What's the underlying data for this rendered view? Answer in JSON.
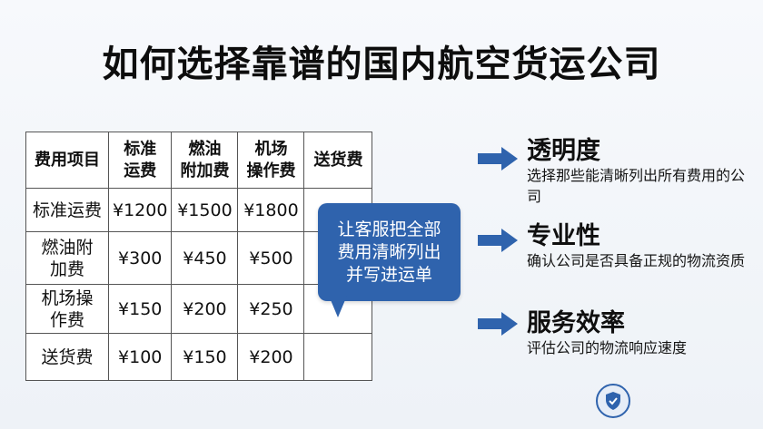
{
  "title": "如何选择靠谱的国内航空货运公司",
  "table": {
    "headers": [
      [
        "费用项目"
      ],
      [
        "标准",
        "运费"
      ],
      [
        "燃油",
        "附加费"
      ],
      [
        "机场",
        "操作费"
      ],
      [
        "送货费"
      ]
    ],
    "rows": [
      {
        "label": [
          "标准运费"
        ],
        "values": [
          "¥1200",
          "¥1500",
          "¥1800",
          ""
        ]
      },
      {
        "label": [
          "燃油附",
          "加费"
        ],
        "values": [
          "¥300",
          "¥450",
          "¥500",
          ""
        ]
      },
      {
        "label": [
          "机场操",
          "作费"
        ],
        "values": [
          "¥150",
          "¥200",
          "¥250",
          ""
        ]
      },
      {
        "label": [
          "送货费"
        ],
        "values": [
          "¥100",
          "¥150",
          "¥200",
          ""
        ]
      }
    ]
  },
  "bubble": {
    "lines": [
      "让客服把全部",
      "费用清晰列出",
      "并写进运单"
    ]
  },
  "points": [
    {
      "title": "透明度",
      "desc": "选择那些能清晰列出所有费用的公司"
    },
    {
      "title": "专业性",
      "desc": "确认公司是否具备正规的物流资质"
    },
    {
      "title": "服务效率",
      "desc": "评估公司的物流响应速度"
    }
  ],
  "colors": {
    "accent": "#2f63ad",
    "arrow": "#2f63ad",
    "text": "#111111",
    "background": "#f2f5f9"
  },
  "icons": {
    "arrow": "right-arrow-icon",
    "badge": "shield-check-icon"
  }
}
